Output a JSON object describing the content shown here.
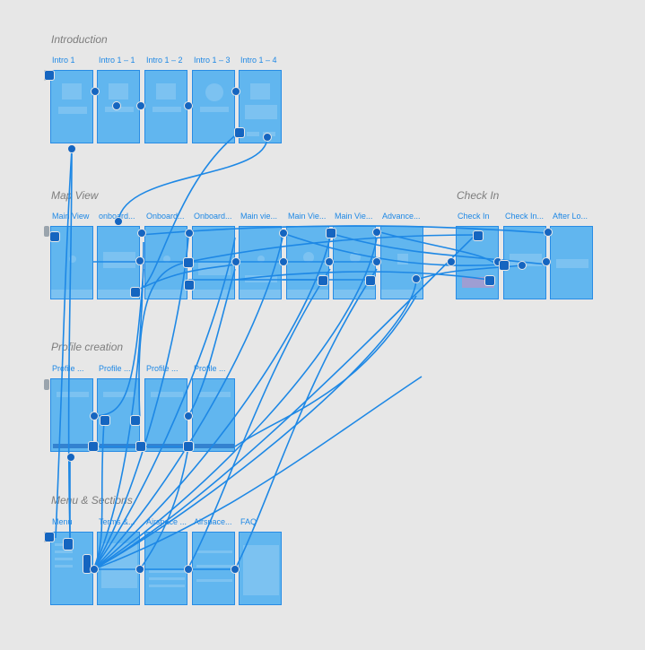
{
  "sections": [
    {
      "id": "introduction",
      "title": "Introduction"
    },
    {
      "id": "map_view",
      "title": "Map View"
    },
    {
      "id": "check_in",
      "title": "Check In"
    },
    {
      "id": "profile_creation",
      "title": "Profile creation"
    },
    {
      "id": "menu_sections",
      "title": "Menu & Sections"
    }
  ],
  "frames": {
    "intro": [
      "Intro 1",
      "Intro 1 – 1",
      "Intro 1 – 2",
      "Intro 1 – 3",
      "Intro 1 – 4"
    ],
    "map": [
      "Main View",
      "onboard...",
      "Onboard...",
      "Onboard...",
      "Main vie...",
      "Main Vie...",
      "Main Vie...",
      "Advance..."
    ],
    "checkin": [
      "Check In",
      "Check In...",
      "After Lo..."
    ],
    "profile": [
      "Profile ...",
      "Profile ...",
      "Profile ...",
      "Profile ..."
    ],
    "menu": [
      "Menu",
      "Terms &...",
      "Airspace ...",
      "Airspace...",
      "FAQ"
    ]
  },
  "colors": {
    "background": "#e7e7e7",
    "frame_fill": "#5ab4f0",
    "frame_border": "#1e88e5",
    "wire": "#1e88e5",
    "label": "#1e88e5",
    "section_title": "#7d7d7d"
  }
}
